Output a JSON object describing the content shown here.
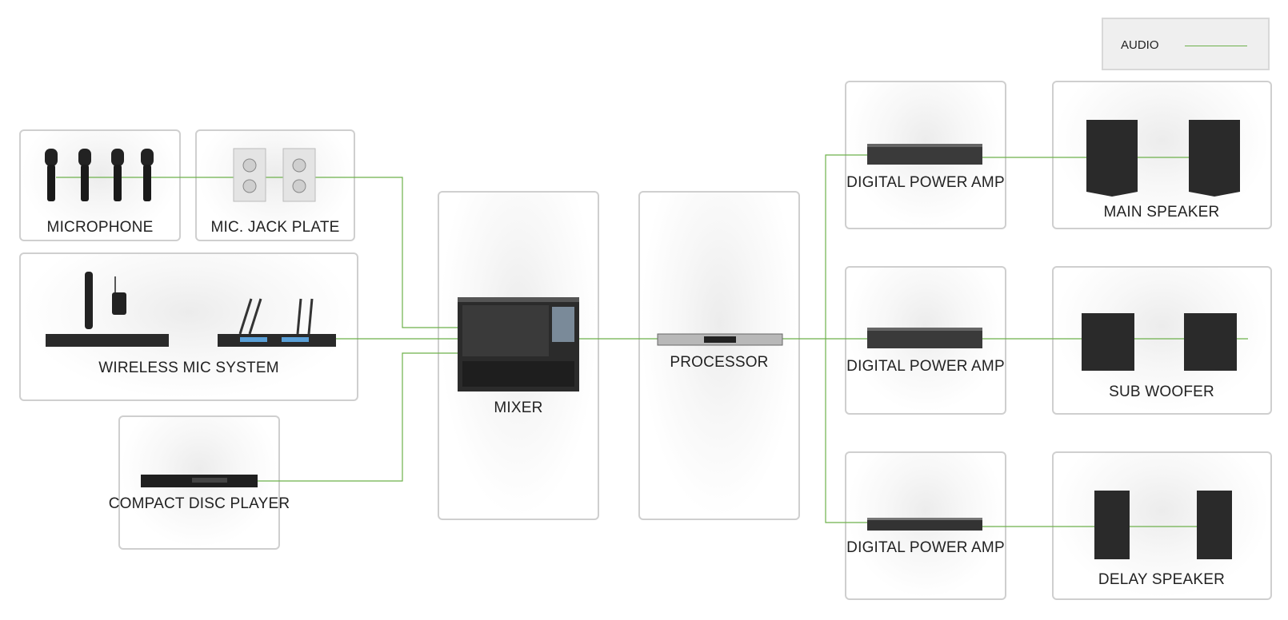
{
  "legend": {
    "label": "AUDIO",
    "color": "#6db14b"
  },
  "devices": {
    "microphone": "MICROPHONE",
    "mic_jack_plate": "MIC. JACK PLATE",
    "wireless_mic_system": "WIRELESS MIC SYSTEM",
    "compact_disc_player": "COMPACT DISC PLAYER",
    "mixer": "MIXER",
    "processor": "PROCESSOR",
    "amp_1": "DIGITAL POWER AMP",
    "amp_2": "DIGITAL POWER AMP",
    "amp_3": "DIGITAL POWER AMP",
    "main_speaker": "MAIN SPEAKER",
    "sub_woofer": "SUB WOOFER",
    "delay_speaker": "DELAY SPEAKER"
  },
  "colors": {
    "wire": "#6db14b",
    "box_border": "#cfcfcf"
  }
}
